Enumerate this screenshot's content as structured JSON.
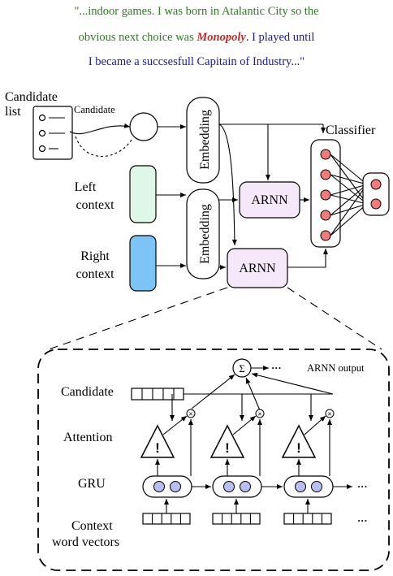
{
  "quote": {
    "line1": "\"...indoor games. I was born in Atalantic City so the",
    "line2_before": "obvious next choice was ",
    "line2_highlight": "Monopoly",
    "line2_after": ". I played until",
    "line3": "I became a succsesfull Capitain of Industry...\"",
    "colors": {
      "green": "#2e7d22",
      "highlight": "#c62828",
      "blue": "#1a1a9e"
    }
  },
  "top": {
    "candidate_list_line1": "Candidate",
    "candidate_list_line2": "list",
    "candidate_label": "Candidate",
    "embedding_top": "Embedding",
    "embedding_bottom": "Embedding",
    "classifier": "Classifier",
    "left_context_line1": "Left",
    "left_context_line2": "context",
    "right_context_line1": "Right",
    "right_context_line2": "context",
    "arnn_upper": "ARNN",
    "arnn_lower": "ARNN"
  },
  "detail": {
    "candidate": "Candidate",
    "attention": "Attention",
    "gru": "GRU",
    "context_line1": "Context",
    "context_line2": "word vectors",
    "sigma": "Σ",
    "output_dots": "···",
    "output_label": "ARNN output",
    "warn": "!",
    "ellipsis": "···"
  },
  "colors": {
    "left_context": "#dff7e6",
    "right_context": "#7cc4f5",
    "arnn_fill": "#f6e8fb",
    "node_fill": "#f07b7b",
    "gru_node": "#b8bff0"
  }
}
